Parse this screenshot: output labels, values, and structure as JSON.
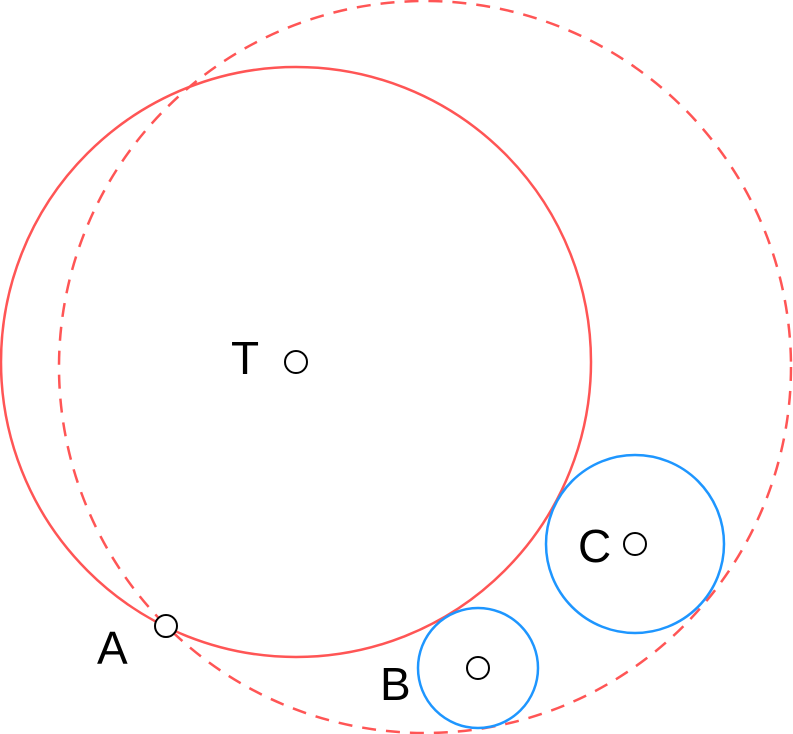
{
  "colors": {
    "red": "#ff5555",
    "blue": "#1e96ff",
    "marker": "#000000"
  },
  "points": {
    "T": {
      "label": "T"
    },
    "A": {
      "label": "A"
    },
    "B": {
      "label": "B"
    },
    "C": {
      "label": "C"
    }
  }
}
